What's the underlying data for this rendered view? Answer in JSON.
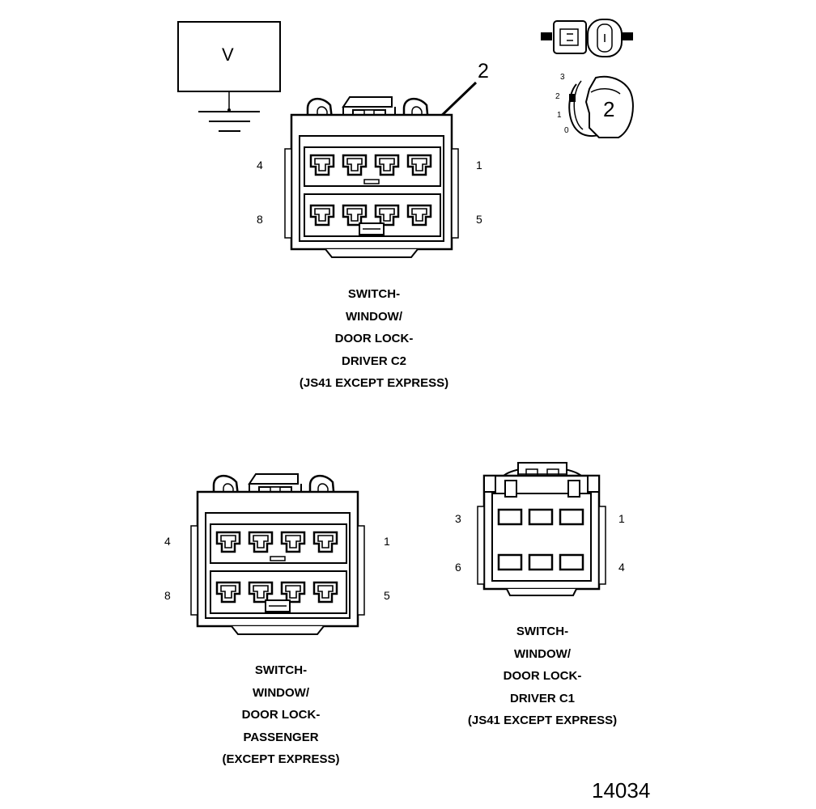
{
  "meter_symbol": {
    "label": "V"
  },
  "callout": {
    "label": "2"
  },
  "key_icon": {
    "key_label": "2",
    "positions": [
      "3",
      "2",
      "1",
      "0"
    ]
  },
  "connector_c2": {
    "pins": {
      "top_left": "4",
      "top_right": "1",
      "bottom_left": "8",
      "bottom_right": "5"
    },
    "caption": [
      "SWITCH-",
      "WINDOW/",
      "DOOR LOCK-",
      "DRIVER C2",
      "(JS41 EXCEPT EXPRESS)"
    ]
  },
  "connector_passenger": {
    "pins": {
      "top_left": "4",
      "top_right": "1",
      "bottom_left": "8",
      "bottom_right": "5"
    },
    "caption": [
      "SWITCH-",
      "WINDOW/",
      "DOOR LOCK-",
      "PASSENGER",
      "(EXCEPT EXPRESS)"
    ]
  },
  "connector_c1": {
    "pins": {
      "top_left": "3",
      "top_right": "1",
      "bottom_left": "6",
      "bottom_right": "4"
    },
    "caption": [
      "SWITCH-",
      "WINDOW/",
      "DOOR LOCK-",
      "DRIVER C1",
      "(JS41 EXCEPT EXPRESS)"
    ]
  },
  "figure_number": "14034"
}
